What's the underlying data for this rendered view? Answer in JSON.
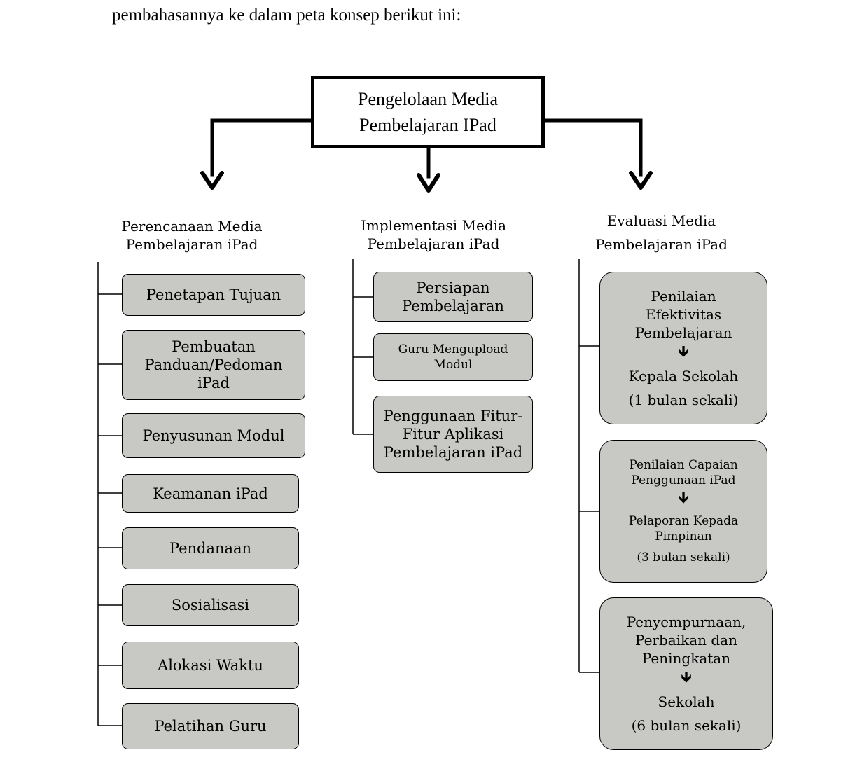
{
  "intro_text": "pembahasannya ke dalam peta konsep berikut ini:",
  "root": {
    "line1": "Pengelolaan Media",
    "line2": "Pembelajaran IPad"
  },
  "branches": {
    "planning": {
      "title_line1": "Perencanaan Media",
      "title_line2": "Pembelajaran iPad",
      "items": [
        "Penetapan Tujuan",
        "Pembuatan Panduan/Pedoman iPad",
        "Penyusunan Modul",
        "Keamanan iPad",
        "Pendanaan",
        "Sosialisasi",
        "Alokasi Waktu",
        "Pelatihan Guru"
      ]
    },
    "implementation": {
      "title_line1": "Implementasi Media",
      "title_line2": "Pembelajaran iPad",
      "items": [
        "Persiapan Pembelajaran",
        "Guru Mengupload Modul",
        "Penggunaan Fitur-Fitur Aplikasi Pembelajaran iPad"
      ]
    },
    "evaluation": {
      "title_line1": "Evaluasi Media",
      "title_line2": "Pembelajaran iPad",
      "items": [
        {
          "top": "Penilaian Efektivitas Pembelajaran",
          "bottom": "Kepala Sekolah",
          "frequency": "(1 bulan sekali)"
        },
        {
          "top": "Penilaian Capaian Penggunaan iPad",
          "bottom": "Pelaporan Kepada Pimpinan",
          "frequency": "(3 bulan sekali)"
        },
        {
          "top": "Penyempurnaan, Perbaikan dan Peningkatan",
          "bottom": "Sekolah",
          "frequency": "(6 bulan sekali)"
        }
      ]
    }
  },
  "arrow_glyph": "🡻"
}
